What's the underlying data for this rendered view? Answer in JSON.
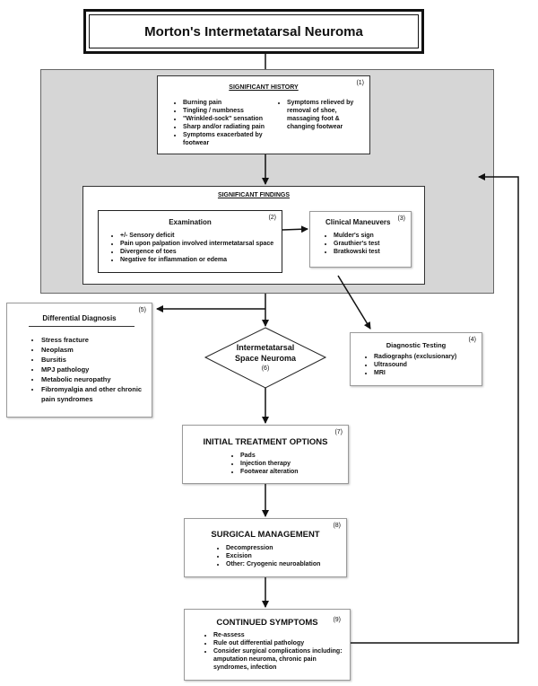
{
  "title": "Morton's Intermetatarsal Neuroma",
  "history": {
    "heading": "SIGNIFICANT HISTORY",
    "number": "(1)",
    "left_items": [
      "Burning pain",
      "Tingling / numbness",
      "\"Wrinkled-sock\" sensation",
      "Sharp and/or radiating pain",
      "Symptoms exacerbated by footwear"
    ],
    "right_items": [
      "Symptoms relieved by removal of shoe, massaging foot & changing footwear"
    ]
  },
  "findings": {
    "heading": "SIGNIFICANT FINDINGS",
    "examination": {
      "heading": "Examination",
      "number": "(2)",
      "items": [
        "+/- Sensory deficit",
        "Pain upon palpation involved intermetatarsal space",
        "Divergence of toes",
        "Negative for inflammation or edema"
      ]
    },
    "maneuvers": {
      "heading": "Clinical Maneuvers",
      "number": "(3)",
      "items": [
        "Mulder's sign",
        "Grauthier's test",
        "Bratkowski test"
      ]
    }
  },
  "differential": {
    "heading": "Differential Diagnosis",
    "number": "(5)",
    "items": [
      "Stress fracture",
      "Neoplasm",
      "Bursitis",
      "MPJ pathology",
      "Metabolic neuropathy",
      "Fibromyalgia and other chronic pain syndromes"
    ]
  },
  "diagnosis": {
    "line1": "Intermetatarsal",
    "line2": "Space Neuroma",
    "number": "(6)"
  },
  "testing": {
    "heading": "Diagnostic Testing",
    "number": "(4)",
    "items": [
      "Radiographs (exclusionary)",
      "Ultrasound",
      "MRI"
    ]
  },
  "initial": {
    "heading": "INITIAL TREATMENT OPTIONS",
    "number": "(7)",
    "items": [
      "Pads",
      "Injection therapy",
      "Footwear alteration"
    ]
  },
  "surgical": {
    "heading": "SURGICAL MANAGEMENT",
    "number": "(8)",
    "items": [
      "Decompression",
      "Excision",
      "Other: Cryogenic neuroablation"
    ]
  },
  "continued": {
    "heading": "CONTINUED SYMPTOMS",
    "number": "(9)",
    "items": [
      "Re-assess",
      "Rule out differential pathology",
      "Consider surgical complications including: amputation neuroma, chronic pain syndromes, infection"
    ]
  },
  "colors": {
    "panel_fill": "#d6d6d6",
    "line": "#111111"
  }
}
